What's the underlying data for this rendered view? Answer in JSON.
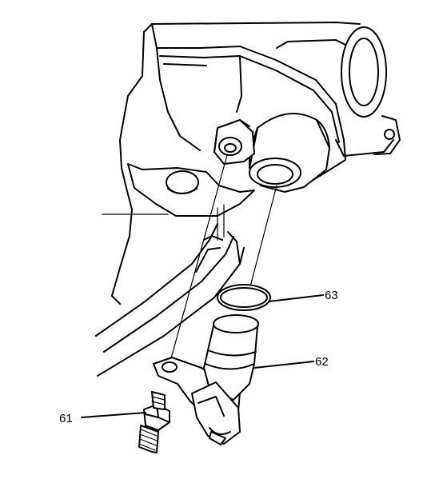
{
  "callouts": [
    {
      "number": "61",
      "part": "bolt"
    },
    {
      "number": "62",
      "part": "sensor"
    },
    {
      "number": "63",
      "part": "o-ring"
    }
  ]
}
